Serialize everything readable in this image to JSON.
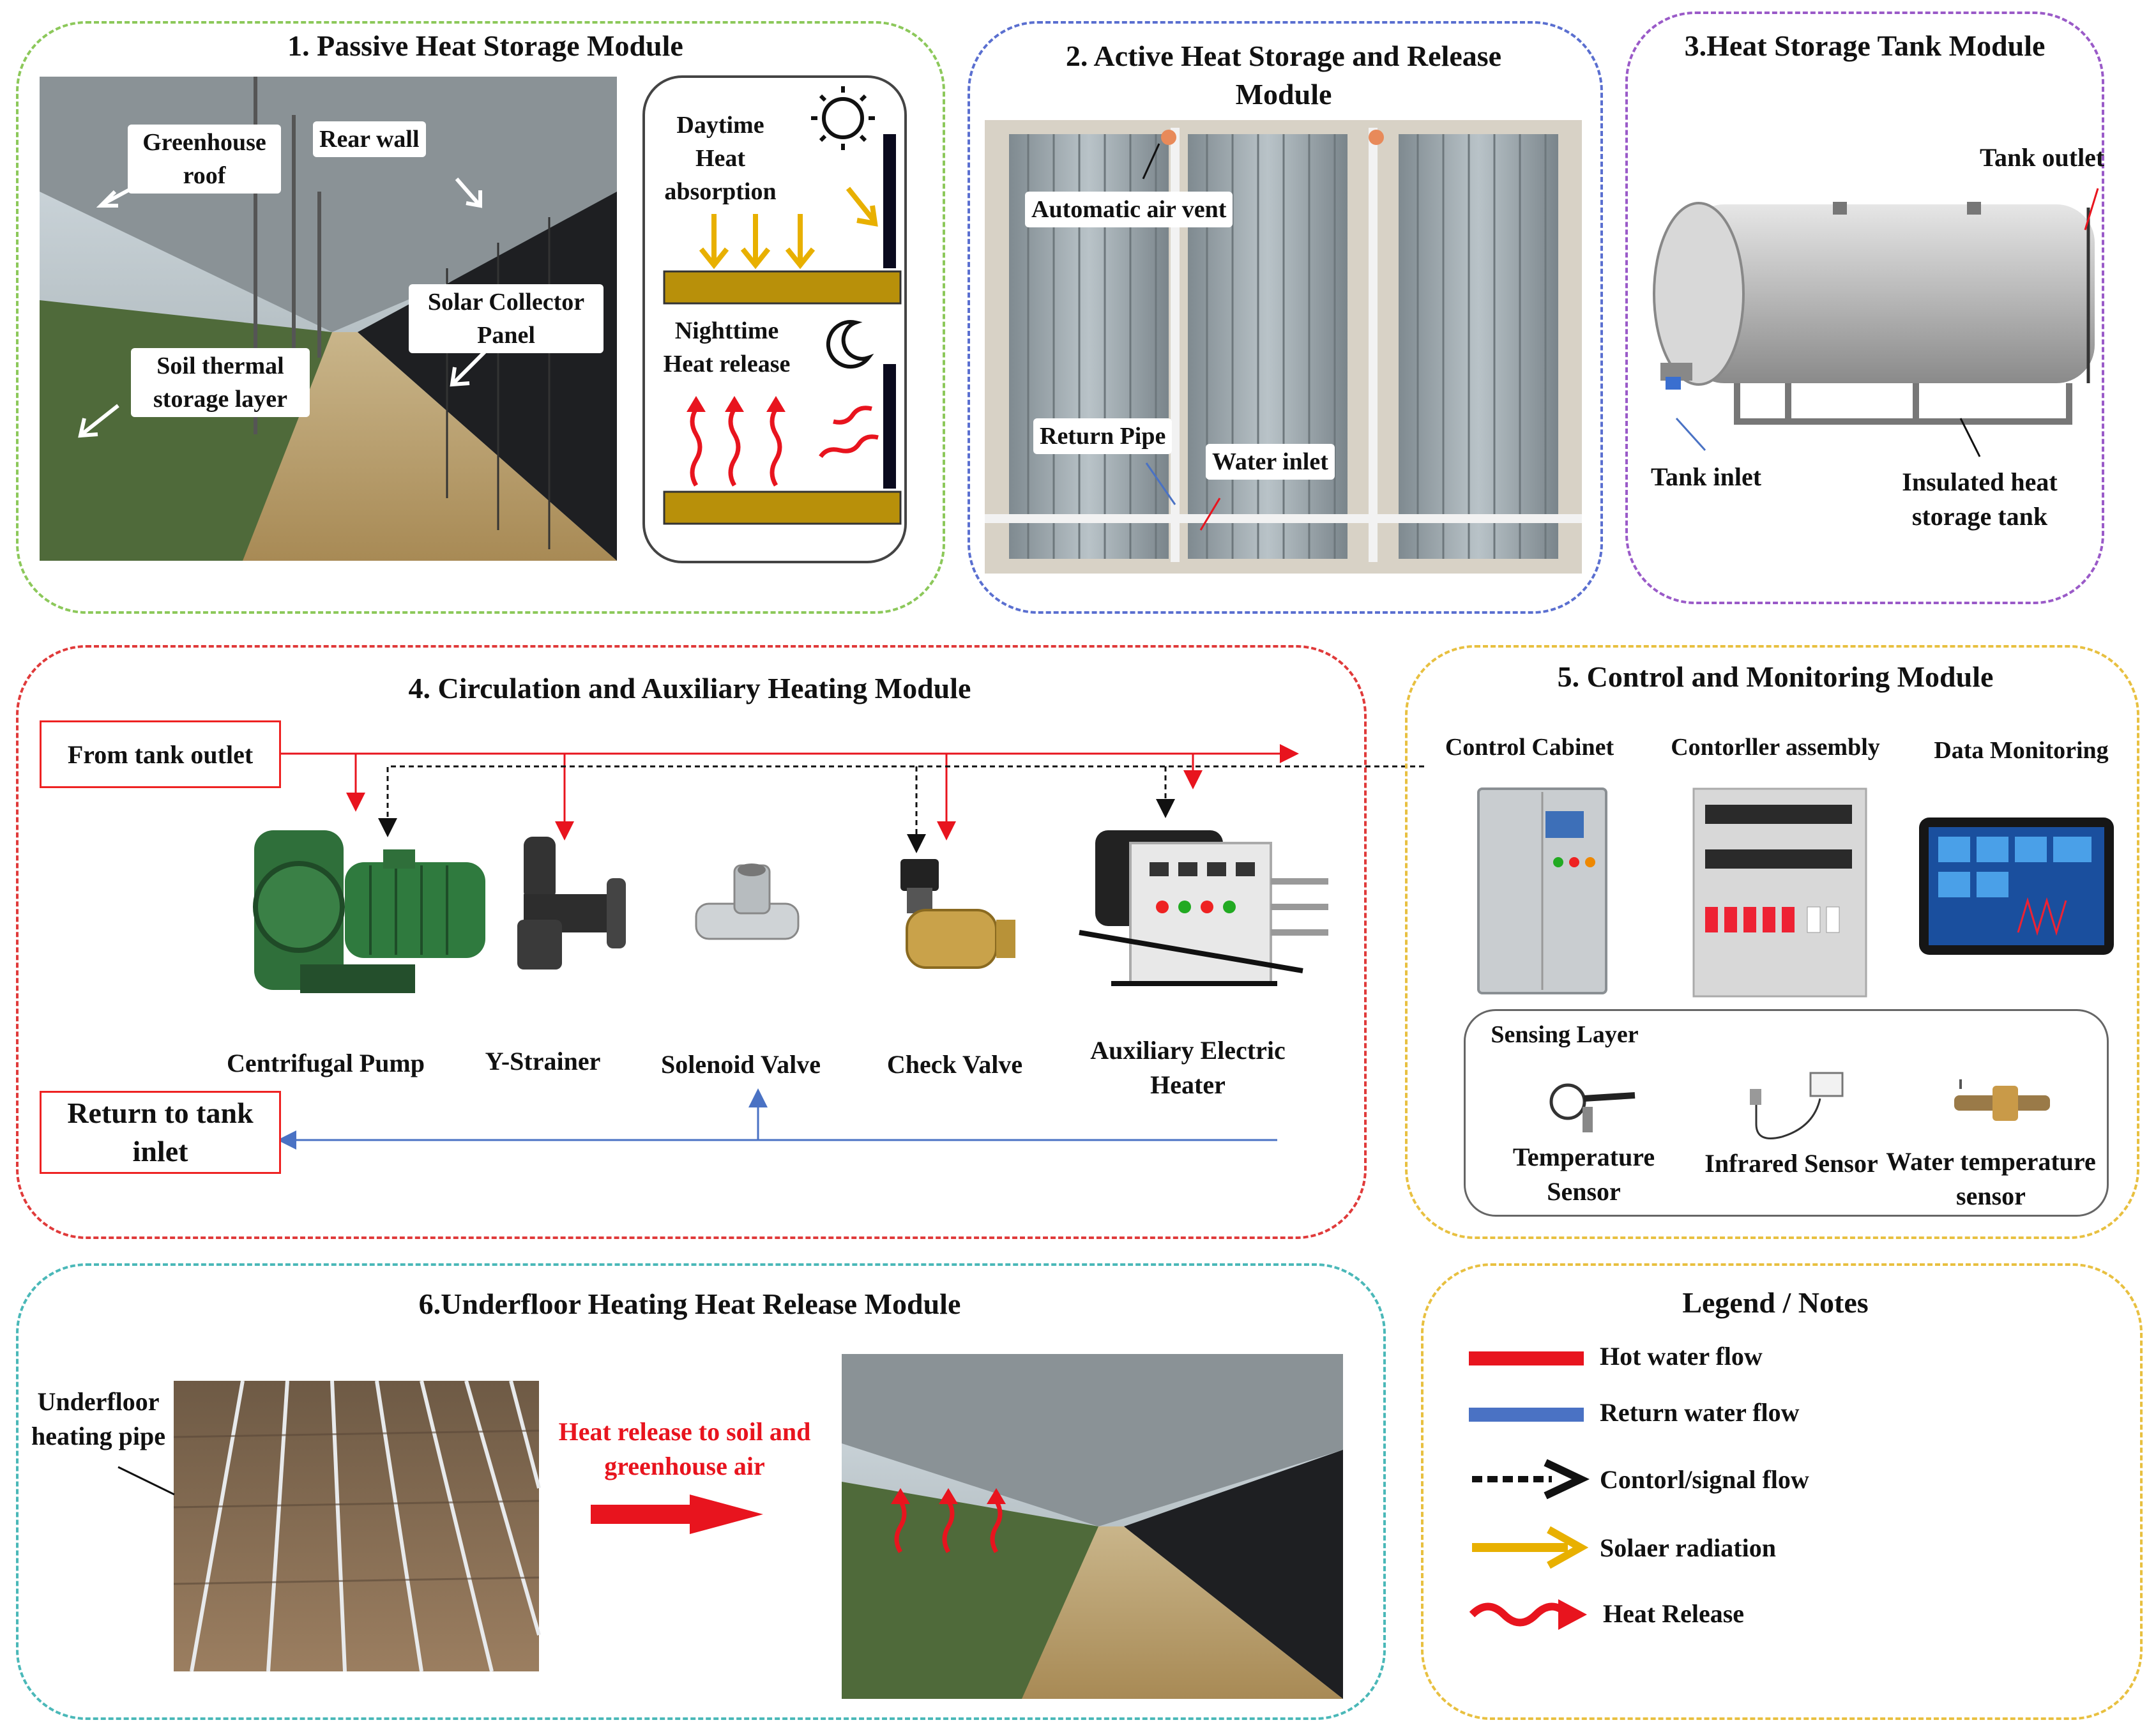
{
  "modules": {
    "m1": {
      "title": "1. Passive Heat Storage Module",
      "labels": {
        "greenhouse_roof": "Greenhouse roof",
        "rear_wall": "Rear wall",
        "solar_panel": "Solar Collector Panel",
        "soil_layer": "Soil thermal storage layer"
      },
      "day": "Daytime Heat absorption",
      "night": "Nighttime Heat release"
    },
    "m2": {
      "title": "2. Active Heat Storage and Release Module",
      "labels": {
        "air_vent": "Automatic air vent",
        "return_pipe": "Return Pipe",
        "water_inlet": "Water inlet"
      }
    },
    "m3": {
      "title": "3.Heat Storage Tank Module",
      "labels": {
        "tank_outlet": "Tank outlet",
        "tank_inlet": "Tank inlet",
        "insulated_tank": "Insulated heat storage tank"
      }
    },
    "m4": {
      "title": "4. Circulation and Auxiliary Heating Module",
      "from_tank": "From tank outlet",
      "return_tank": "Return to tank inlet",
      "components": [
        "Centrifugal Pump",
        "Y-Strainer",
        "Solenoid Valve",
        "Check Valve",
        "Auxiliary Electric Heater"
      ]
    },
    "m5": {
      "title": "5. Control and Monitoring Module",
      "items": [
        "Control Cabinet",
        "Contorller assembly",
        "Data Monitoring"
      ],
      "sensing_title": "Sensing Layer",
      "sensors": [
        "Temperature Sensor",
        "Infrared Sensor",
        "Water temperature sensor"
      ]
    },
    "m6": {
      "title": "6.Underfloor Heating Heat Release Module",
      "pipe_label": "Underfloor heating pipe",
      "release_text": "Heat release to soil and greenhouse air"
    },
    "legend": {
      "title": "Legend / Notes",
      "items": [
        "Hot water flow",
        "Return water flow",
        "Contorl/signal flow",
        "Solaer radiation",
        "Heat Release"
      ]
    }
  },
  "colors": {
    "hot": "#e8141e",
    "return": "#4a72c4",
    "solar": "#e8b000",
    "soil": "#b8900a",
    "m1": "#8cc85a",
    "m2": "#5a6fd0",
    "m3": "#9a5ac8",
    "m4": "#e03a3a",
    "m5": "#e8c040",
    "m6": "#4ab8b8",
    "legend": "#e8c040"
  }
}
